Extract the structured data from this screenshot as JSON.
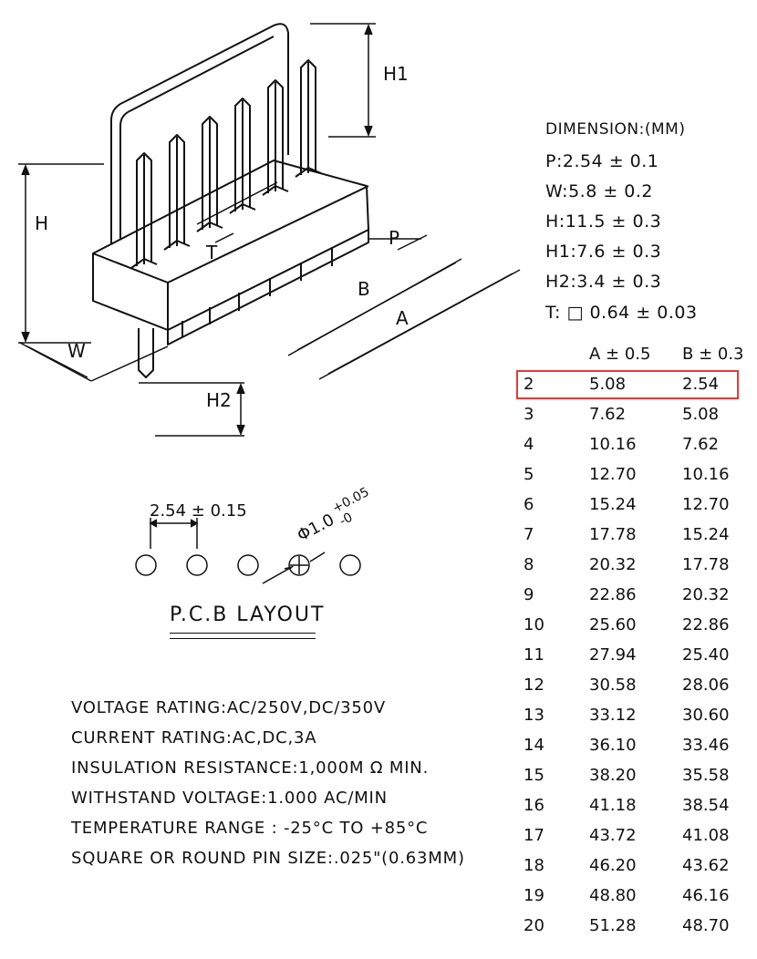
{
  "drawing_labels": {
    "H": "H",
    "H1": "H1",
    "H2": "H2",
    "W": "W",
    "T": "T",
    "P": "P",
    "A": "A",
    "B": "B"
  },
  "dimension": {
    "title": "DIMENSION:(MM)",
    "P": "P:2.54 ± 0.1",
    "W": "W:5.8 ± 0.2",
    "H": "H:11.5 ± 0.3",
    "H1": "H1:7.6 ± 0.3",
    "H2": "H2:3.4 ± 0.3",
    "T": "T: □ 0.64 ± 0.03"
  },
  "table": {
    "header_a": "A ± 0.5",
    "header_b": "B ± 0.3",
    "rows": [
      [
        "2",
        "5.08",
        "2.54"
      ],
      [
        "3",
        "7.62",
        "5.08"
      ],
      [
        "4",
        "10.16",
        "7.62"
      ],
      [
        "5",
        "12.70",
        "10.16"
      ],
      [
        "6",
        "15.24",
        "12.70"
      ],
      [
        "7",
        "17.78",
        "15.24"
      ],
      [
        "8",
        "20.32",
        "17.78"
      ],
      [
        "9",
        "22.86",
        "20.32"
      ],
      [
        "10",
        "25.60",
        "22.86"
      ],
      [
        "11",
        "27.94",
        "25.40"
      ],
      [
        "12",
        "30.58",
        "28.06"
      ],
      [
        "13",
        "33.12",
        "30.60"
      ],
      [
        "14",
        "36.10",
        "33.46"
      ],
      [
        "15",
        "38.20",
        "35.58"
      ],
      [
        "16",
        "41.18",
        "38.54"
      ],
      [
        "17",
        "43.72",
        "41.08"
      ],
      [
        "18",
        "46.20",
        "43.62"
      ],
      [
        "19",
        "48.80",
        "46.16"
      ],
      [
        "20",
        "51.28",
        "48.70"
      ]
    ],
    "highlighted_row": 0,
    "highlight_color": "#e53935"
  },
  "pcb": {
    "pitch": "2.54 ± 0.15",
    "hole": "Φ1.0",
    "tol_plus": "+0.05",
    "tol_minus": "-0",
    "title": "P.C.B LAYOUT"
  },
  "specs": [
    "VOLTAGE RATING:AC/250V,DC/350V",
    "CURRENT RATING:AC,DC,3A",
    "INSULATION RESISTANCE:1,000M Ω MIN.",
    "WITHSTAND VOLTAGE:1.000 AC/MIN",
    "TEMPERATURE RANGE : -25°C TO +85°C",
    "SQUARE OR ROUND PIN SIZE:.025\"(0.63MM)"
  ]
}
